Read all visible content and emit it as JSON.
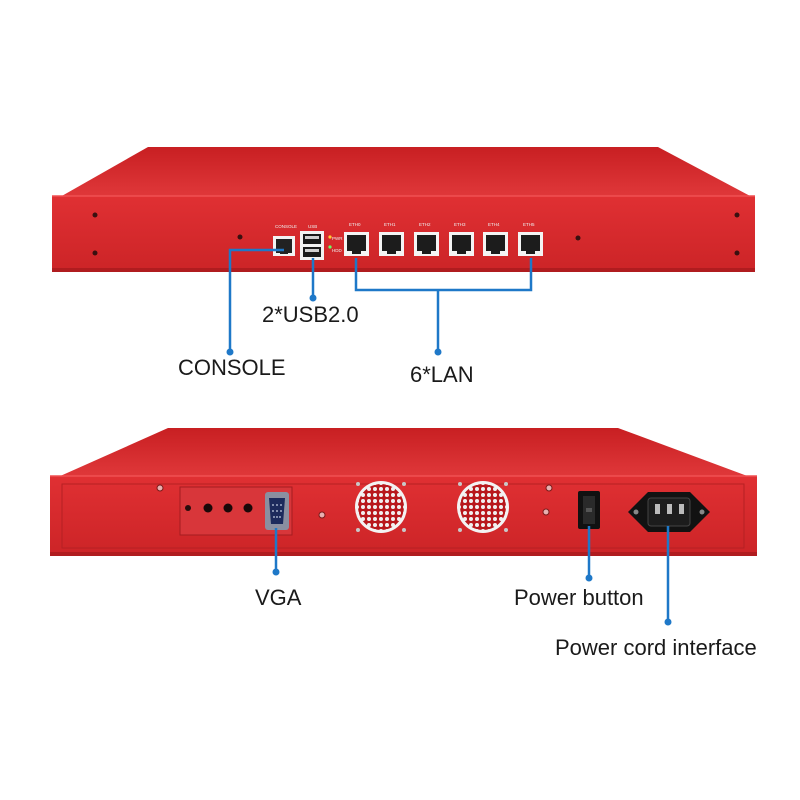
{
  "front": {
    "port_labels": {
      "console": "CONSOLE",
      "usb": "USB",
      "eth": [
        "ETH0",
        "ETH1",
        "ETH2",
        "ETH3",
        "ETH4",
        "ETH5"
      ],
      "pwr": "PWR",
      "hdd": "HDD"
    },
    "callouts": {
      "usb": "2*USB2.0",
      "console": "CONSOLE",
      "lan": "6*LAN"
    }
  },
  "rear": {
    "callouts": {
      "vga": "VGA",
      "power_button": "Power button",
      "power_cord": "Power cord interface"
    }
  },
  "colors": {
    "chassis": "#d42a2c",
    "callout_line": "#1e78c8"
  }
}
